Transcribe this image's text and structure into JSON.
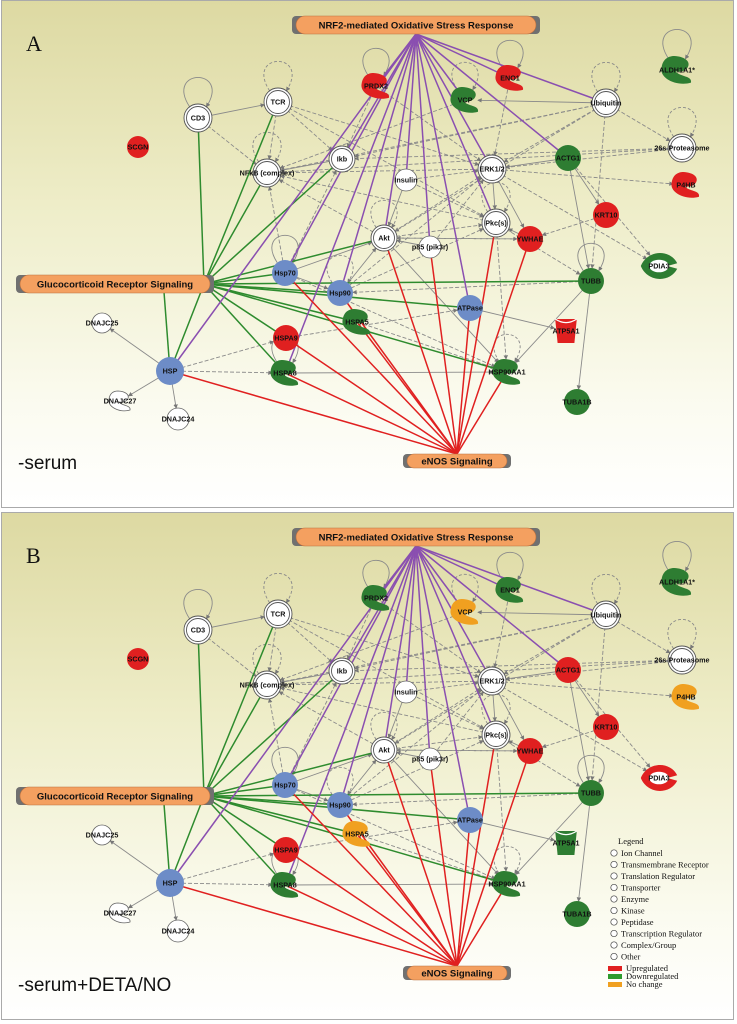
{
  "colors": {
    "up": "#e02020",
    "down": "#2e7d32",
    "nochange": "#f0a020",
    "other": "#ffffff",
    "blue": "#6d8cc7",
    "pathway": "#f4a060",
    "green_edge": "#2e8b2e",
    "purple_edge": "#8a4fb0",
    "red_edge": "#e02020",
    "gray_edge": "#8a8a8a"
  },
  "pathways": {
    "nrf2": "NRF2-mediated Oxidative Stress Response",
    "gcr": "Glucocorticoid Receptor Signaling",
    "enos": "eNOS Signaling"
  },
  "panel_a": {
    "letter": "A",
    "condition": "-serum",
    "nodes": [
      {
        "id": "SCGN",
        "label": "SCGN",
        "shape": "circle",
        "status": "up"
      },
      {
        "id": "CD3",
        "label": "CD3",
        "shape": "dcircle",
        "status": "other"
      },
      {
        "id": "TCR",
        "label": "TCR",
        "shape": "dcircle",
        "status": "other"
      },
      {
        "id": "PRDX2",
        "label": "PRDX2",
        "shape": "enzyme",
        "status": "up"
      },
      {
        "id": "VCP",
        "label": "VCP",
        "shape": "enzyme",
        "status": "down"
      },
      {
        "id": "ENO1",
        "label": "ENO1",
        "shape": "enzyme",
        "status": "up"
      },
      {
        "id": "Ubiquitin",
        "label": "Ubiquitin",
        "shape": "dcircle",
        "status": "other"
      },
      {
        "id": "ALDH1A1",
        "label": "ALDH1A1*",
        "shape": "enzyme",
        "status": "down"
      },
      {
        "id": "Proteasome",
        "label": "26s Proteasome",
        "shape": "dcircle",
        "status": "other"
      },
      {
        "id": "NFkB",
        "label": "NFkB (complex)",
        "shape": "dcircle",
        "status": "other"
      },
      {
        "id": "Ikb",
        "label": "Ikb",
        "shape": "dcircle",
        "status": "other"
      },
      {
        "id": "Insulin",
        "label": "Insulin",
        "shape": "circle",
        "status": "other"
      },
      {
        "id": "ERK",
        "label": "ERK1/2",
        "shape": "dcircle",
        "status": "other"
      },
      {
        "id": "ACTG1",
        "label": "ACTG1",
        "shape": "circle",
        "status": "down"
      },
      {
        "id": "P4HB",
        "label": "P4HB",
        "shape": "enzyme",
        "status": "up"
      },
      {
        "id": "KRT10",
        "label": "KRT10",
        "shape": "circle",
        "status": "up"
      },
      {
        "id": "Pkc",
        "label": "Pkc(s)",
        "shape": "dcircle",
        "status": "other"
      },
      {
        "id": "Akt",
        "label": "Akt",
        "shape": "dcircle",
        "status": "other"
      },
      {
        "id": "p85",
        "label": "p85 (pik3r)",
        "shape": "circle",
        "status": "other"
      },
      {
        "id": "YWHAE",
        "label": "YWHAE",
        "shape": "circle",
        "status": "up"
      },
      {
        "id": "PDIA3",
        "label": "PDIA3",
        "shape": "peptidase",
        "status": "down"
      },
      {
        "id": "Hsp70",
        "label": "Hsp70",
        "shape": "circle",
        "status": "blue"
      },
      {
        "id": "Hsp90",
        "label": "Hsp90",
        "shape": "circle",
        "status": "blue"
      },
      {
        "id": "TUBB",
        "label": "TUBB",
        "shape": "circle",
        "status": "down"
      },
      {
        "id": "ATPase",
        "label": "ATPase",
        "shape": "circle",
        "status": "blue"
      },
      {
        "id": "HSPA5",
        "label": "HSPA5",
        "shape": "enzyme",
        "status": "down"
      },
      {
        "id": "HSPA9",
        "label": "HSPA9",
        "shape": "circle",
        "status": "up"
      },
      {
        "id": "ATP5A1",
        "label": "ATP5A1",
        "shape": "transporter",
        "status": "up"
      },
      {
        "id": "DNAJC25",
        "label": "DNAJC25",
        "shape": "circle",
        "status": "other"
      },
      {
        "id": "HSP",
        "label": "HSP",
        "shape": "circle",
        "status": "blue"
      },
      {
        "id": "HSPA8",
        "label": "HSPA8",
        "shape": "enzyme",
        "status": "down"
      },
      {
        "id": "HSP90AA1",
        "label": "HSP90AA1",
        "shape": "enzyme",
        "status": "down"
      },
      {
        "id": "DNAJC27",
        "label": "DNAJC27",
        "shape": "enzyme",
        "status": "other"
      },
      {
        "id": "DNAJC24",
        "label": "DNAJC24",
        "shape": "circle",
        "status": "other"
      },
      {
        "id": "TUBA1B",
        "label": "TUBA1B",
        "shape": "circle",
        "status": "down"
      }
    ]
  },
  "panel_b": {
    "letter": "B",
    "condition": "-serum+DETA/NO",
    "nodes": [
      {
        "id": "SCGN",
        "label": "SCGN",
        "shape": "circle",
        "status": "up"
      },
      {
        "id": "CD3",
        "label": "CD3",
        "shape": "dcircle",
        "status": "other"
      },
      {
        "id": "TCR",
        "label": "TCR",
        "shape": "dcircle",
        "status": "other"
      },
      {
        "id": "PRDX2",
        "label": "PRDX2",
        "shape": "enzyme",
        "status": "down"
      },
      {
        "id": "VCP",
        "label": "VCP",
        "shape": "enzyme",
        "status": "nochange"
      },
      {
        "id": "ENO1",
        "label": "ENO1",
        "shape": "enzyme",
        "status": "down"
      },
      {
        "id": "Ubiquitin",
        "label": "Ubiquitin",
        "shape": "dcircle",
        "status": "other"
      },
      {
        "id": "ALDH1A1",
        "label": "ALDH1A1*",
        "shape": "enzyme",
        "status": "down"
      },
      {
        "id": "Proteasome",
        "label": "26s Proteasome",
        "shape": "dcircle",
        "status": "other"
      },
      {
        "id": "NFkB",
        "label": "NFkB (complex)",
        "shape": "dcircle",
        "status": "other"
      },
      {
        "id": "Ikb",
        "label": "Ikb",
        "shape": "dcircle",
        "status": "other"
      },
      {
        "id": "Insulin",
        "label": "Insulin",
        "shape": "circle",
        "status": "other"
      },
      {
        "id": "ERK",
        "label": "ERK1/2",
        "shape": "dcircle",
        "status": "other"
      },
      {
        "id": "ACTG1",
        "label": "ACTG1",
        "shape": "circle",
        "status": "up"
      },
      {
        "id": "P4HB",
        "label": "P4HB",
        "shape": "enzyme",
        "status": "nochange"
      },
      {
        "id": "KRT10",
        "label": "KRT10",
        "shape": "circle",
        "status": "up"
      },
      {
        "id": "Pkc",
        "label": "Pkc(s)",
        "shape": "dcircle",
        "status": "other"
      },
      {
        "id": "Akt",
        "label": "Akt",
        "shape": "dcircle",
        "status": "other"
      },
      {
        "id": "p85",
        "label": "p85 (pik3r)",
        "shape": "circle",
        "status": "other"
      },
      {
        "id": "YWHAE",
        "label": "YWHAE",
        "shape": "circle",
        "status": "up"
      },
      {
        "id": "PDIA3",
        "label": "PDIA3",
        "shape": "peptidase",
        "status": "up"
      },
      {
        "id": "Hsp70",
        "label": "Hsp70",
        "shape": "circle",
        "status": "blue"
      },
      {
        "id": "Hsp90",
        "label": "Hsp90",
        "shape": "circle",
        "status": "blue"
      },
      {
        "id": "TUBB",
        "label": "TUBB",
        "shape": "circle",
        "status": "down"
      },
      {
        "id": "ATPase",
        "label": "ATPase",
        "shape": "circle",
        "status": "blue"
      },
      {
        "id": "HSPA5",
        "label": "HSPA5",
        "shape": "enzyme",
        "status": "nochange"
      },
      {
        "id": "HSPA9",
        "label": "HSPA9",
        "shape": "circle",
        "status": "up"
      },
      {
        "id": "ATP5A1",
        "label": "ATP5A1",
        "shape": "transporter",
        "status": "down"
      },
      {
        "id": "DNAJC25",
        "label": "DNAJC25",
        "shape": "circle",
        "status": "other"
      },
      {
        "id": "HSP",
        "label": "HSP",
        "shape": "circle",
        "status": "blue"
      },
      {
        "id": "HSPA8",
        "label": "HSPA8",
        "shape": "enzyme",
        "status": "down"
      },
      {
        "id": "HSP90AA1",
        "label": "HSP90AA1",
        "shape": "enzyme",
        "status": "down"
      },
      {
        "id": "DNAJC27",
        "label": "DNAJC27",
        "shape": "enzyme",
        "status": "other"
      },
      {
        "id": "DNAJC24",
        "label": "DNAJC24",
        "shape": "circle",
        "status": "other"
      },
      {
        "id": "TUBA1B",
        "label": "TUBA1B",
        "shape": "circle",
        "status": "down"
      }
    ]
  },
  "legend": {
    "title": "Legend",
    "items": [
      {
        "label": "Ion Channel",
        "icon": "ion-channel-icon"
      },
      {
        "label": "Transmembrane Receptor",
        "icon": "receptor-icon"
      },
      {
        "label": "Translation Regulator",
        "icon": "translation-regulator-icon"
      },
      {
        "label": "Transporter",
        "icon": "transporter-icon"
      },
      {
        "label": "Enzyme",
        "icon": "enzyme-icon"
      },
      {
        "label": "Kinase",
        "icon": "kinase-icon"
      },
      {
        "label": "Peptidase",
        "icon": "peptidase-icon"
      },
      {
        "label": "Transcription Regulator",
        "icon": "transcription-regulator-icon"
      },
      {
        "label": "Complex/Group",
        "icon": "complex-icon"
      },
      {
        "label": "Other",
        "icon": "other-icon"
      }
    ],
    "colors": [
      {
        "label": "Upregulated",
        "color": "#e02020"
      },
      {
        "label": "Downregulated",
        "color": "#2e9b2e"
      },
      {
        "label": "No change",
        "color": "#f0a020"
      }
    ]
  }
}
